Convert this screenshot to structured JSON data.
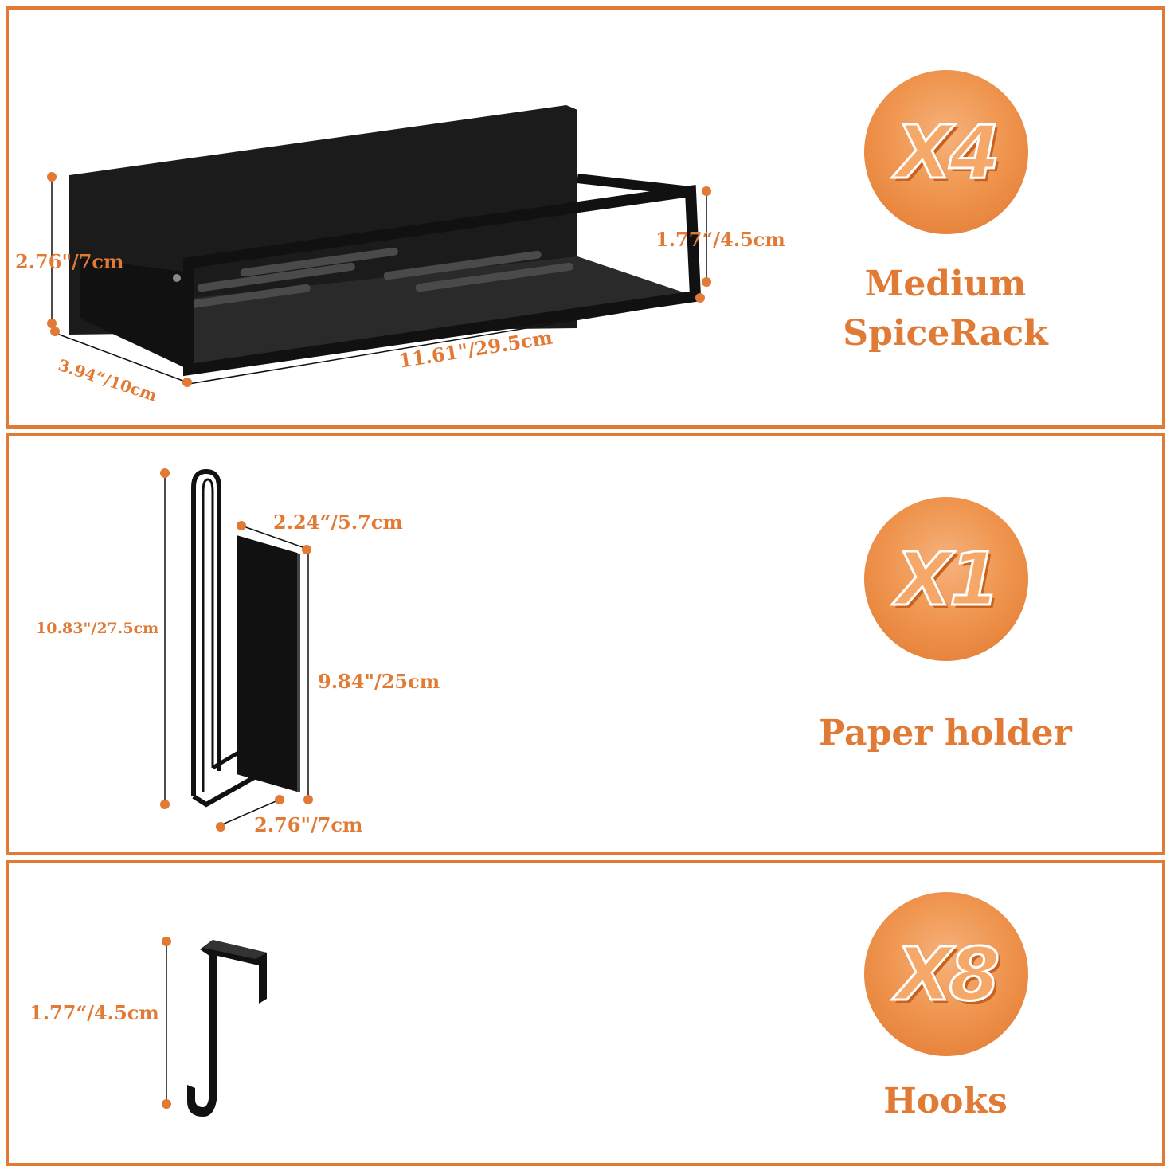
{
  "colors": {
    "accent": "#e07a35",
    "product": "#111111",
    "background": "#ffffff"
  },
  "panels": [
    {
      "badge": "X4",
      "title_line1": "Medium",
      "title_line2": "SpiceRack",
      "dims": [
        "2.76\"/7cm",
        "1.77“/4.5cm",
        "3.94“/10cm",
        "11.61\"/29.5cm"
      ]
    },
    {
      "badge": "X1",
      "title": "Paper holder",
      "dims": [
        "2.24“/5.7cm",
        "10.83\"/27.5cm",
        "9.84\"/25cm",
        "2.76\"/7cm"
      ]
    },
    {
      "badge": "X8",
      "title": "Hooks",
      "dims": [
        "1.77“/4.5cm"
      ]
    }
  ]
}
